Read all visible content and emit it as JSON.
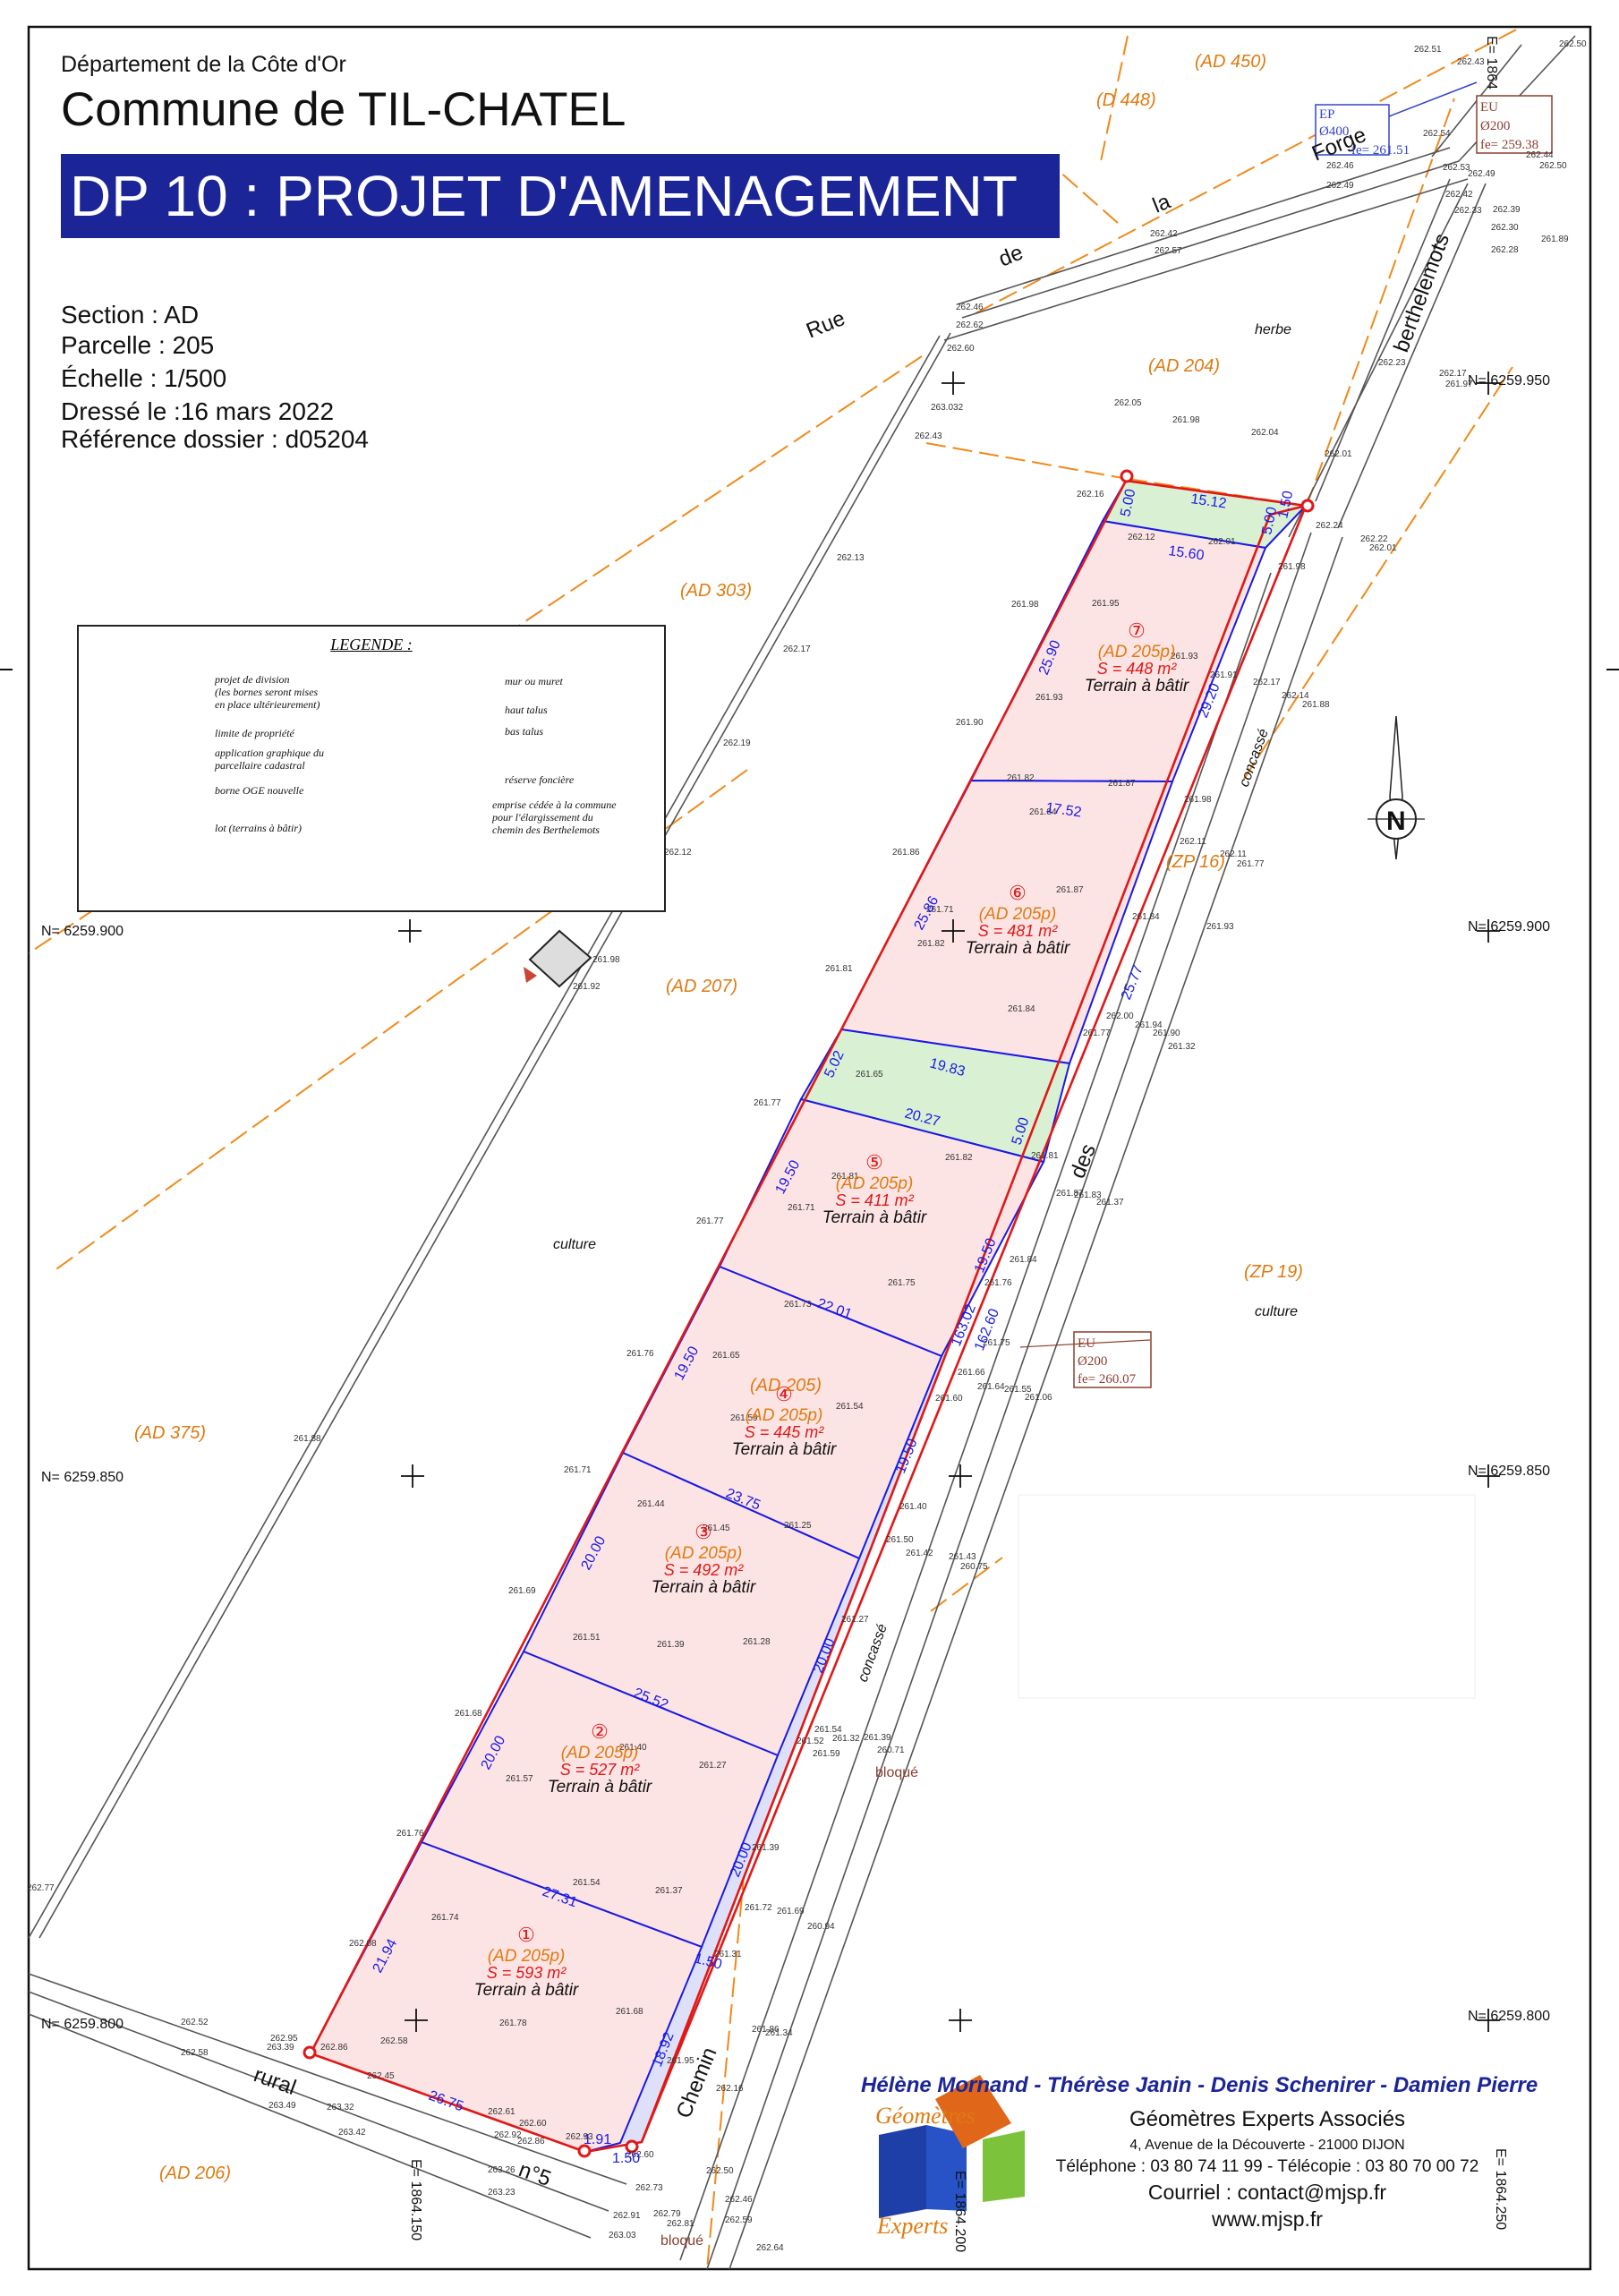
{
  "header": {
    "department": "Département de la Côte d'Or",
    "commune": "Commune de TIL-CHATEL",
    "banner": "DP 10 : PROJET D'AMENAGEMENT"
  },
  "info": {
    "section": "Section : AD",
    "parcelle": "Parcelle : 205",
    "echelle": "Échelle : 1/500",
    "dresse": "Dressé le :16 mars 2022",
    "reference": "Référence dossier : d05204"
  },
  "legend": {
    "title": "LEGENDE :",
    "division": [
      "projet de division",
      "(les bornes seront mises",
      "en place ultérieurement)"
    ],
    "limite": "limite de propriété",
    "cadastral": [
      "application graphique du",
      "parcellaire cadastral"
    ],
    "borne": "borne OGE nouvelle",
    "lot": "lot (terrains à bâtir)",
    "mur": "mur ou muret",
    "haut_talus": "haut talus",
    "bas_talus": "bas talus",
    "reserve": "réserve foncière",
    "emprise": [
      "emprise cédée à la commune",
      "pour l'élargissement du",
      "chemin des Berthelemots"
    ]
  },
  "lots": [
    {
      "num": "①",
      "ref": "(AD 205p)",
      "area": "S = 593 m²",
      "label": "Terrain à bâtir"
    },
    {
      "num": "②",
      "ref": "(AD 205p)",
      "area": "S = 527 m²",
      "label": "Terrain à bâtir"
    },
    {
      "num": "③",
      "ref": "(AD 205p)",
      "area": "S = 492 m²",
      "label": "Terrain à bâtir"
    },
    {
      "num": "④",
      "ref": "(AD 205p)",
      "area": "S = 445 m²",
      "label": "Terrain à bâtir"
    },
    {
      "num": "⑤",
      "ref": "(AD 205p)",
      "area": "S = 411 m²",
      "label": "Terrain à bâtir"
    },
    {
      "num": "⑥",
      "ref": "(AD 205p)",
      "area": "S = 481 m²",
      "label": "Terrain à bâtir"
    },
    {
      "num": "⑦",
      "ref": "(AD 205p)",
      "area": "S = 448 m²",
      "label": "Terrain à bâtir"
    }
  ],
  "parcels": [
    "(AD 450)",
    "(D 448)",
    "(AD 204)",
    "(AD 303)",
    "(AD 207)",
    "(AD 375)",
    "(AD 206)",
    "(ZP 16)",
    "(ZP 19)",
    "(AD 205)"
  ],
  "streets": {
    "rue": "Rue",
    "de": "de",
    "la": "la",
    "forge": "Forge",
    "berthelemots": "berthelemots",
    "des": "des",
    "chemin": "Chemin",
    "rural": "rural",
    "n5": "n°5"
  },
  "texts": {
    "herbe": "herbe",
    "culture": "culture",
    "concasse": "concassé",
    "bloque": "bloqué",
    "north": "N"
  },
  "network": {
    "ep": [
      "EP",
      "Ø400",
      "fe= 261.51"
    ],
    "eu_top": [
      "EU",
      "Ø200",
      "fe= 259.38"
    ],
    "eu_mid": [
      "EU",
      "Ø200",
      "fe= 260.07"
    ]
  },
  "grid": {
    "n1": "N= 6259.950",
    "n2": "N= 6259.900",
    "n3": "N= 6259.850",
    "n4": "N= 6259.800",
    "e1": "E= 1864.150",
    "e2": "E= 1864.200",
    "e3": "E= 1864.250",
    "e_top": "E= 1864"
  },
  "dims": {
    "d15_12": "15.12",
    "d15_60": "15.60",
    "d5_00": "5.00",
    "d1_50": "1.50",
    "d25_90": "25.90",
    "d29_20": "29.20",
    "d17_52": "17.52",
    "d25_86": "25.86",
    "d25_77": "25.77",
    "d5_02": "5.02",
    "d19_83": "19.83",
    "d20_27": "20.27",
    "d19_50": "19.50",
    "d22_01": "22.01",
    "d163_02": "163.02",
    "d162_60": "162.60",
    "d23_75": "23.75",
    "d20_00": "20.00",
    "d25_52": "25.52",
    "d27_31": "27.31",
    "d21_94": "21.94",
    "d26_75": "26.75",
    "d18_92": "18.92",
    "d1_91": "1.91"
  },
  "spot_heights": [
    [
      "262.51",
      1580,
      58
    ],
    [
      "262.43",
      1628,
      72
    ],
    [
      "262.50",
      1742,
      52
    ],
    [
      "262.54",
      1590,
      152
    ],
    [
      "262.44",
      1705,
      176
    ],
    [
      "262.50",
      1720,
      188
    ],
    [
      "262.46",
      1482,
      188
    ],
    [
      "262.49",
      1482,
      210
    ],
    [
      "262.53",
      1612,
      190
    ],
    [
      "262.49",
      1640,
      197
    ],
    [
      "262.42",
      1615,
      220
    ],
    [
      "262.33",
      1625,
      238
    ],
    [
      "262.39",
      1668,
      237
    ],
    [
      "262.30",
      1666,
      257
    ],
    [
      "262.28",
      1666,
      282
    ],
    [
      "261.89",
      1722,
      270
    ],
    [
      "262.42",
      1285,
      264
    ],
    [
      "262.57",
      1290,
      283
    ],
    [
      "262.46",
      1068,
      346
    ],
    [
      "262.62",
      1068,
      366
    ],
    [
      "262.60",
      1058,
      392
    ],
    [
      "263.032",
      1040,
      458
    ],
    [
      "262.43",
      1022,
      490
    ],
    [
      "262.05",
      1245,
      453
    ],
    [
      "261.98",
      1310,
      472
    ],
    [
      "262.04",
      1398,
      486
    ],
    [
      "262.01",
      1480,
      510
    ],
    [
      "262.23",
      1540,
      408
    ],
    [
      "262.17",
      1608,
      420
    ],
    [
      "261.97",
      1615,
      432
    ],
    [
      "262.16",
      1203,
      555
    ],
    [
      "262.12",
      1260,
      603
    ],
    [
      "262.01",
      1350,
      608
    ],
    [
      "262.24",
      1470,
      590
    ],
    [
      "262.22",
      1520,
      605
    ],
    [
      "262.01",
      1530,
      615
    ],
    [
      "261.98",
      1428,
      636
    ],
    [
      "262.13",
      935,
      626
    ],
    [
      "262.17",
      875,
      728
    ],
    [
      "261.98",
      1130,
      678
    ],
    [
      "261.95",
      1220,
      677
    ],
    [
      "261.93",
      1308,
      736
    ],
    [
      "261.91",
      1352,
      757
    ],
    [
      "262.17",
      1400,
      765
    ],
    [
      "262.14",
      1432,
      780
    ],
    [
      "261.88",
      1455,
      790
    ],
    [
      "261.93",
      1157,
      782
    ],
    [
      "261.90",
      1068,
      810
    ],
    [
      "262.19",
      808,
      833
    ],
    [
      "261.82",
      1125,
      872
    ],
    [
      "261.87",
      1238,
      878
    ],
    [
      "261.84",
      1150,
      910
    ],
    [
      "261.98",
      1323,
      896
    ],
    [
      "261.86",
      997,
      955
    ],
    [
      "262.11",
      1318,
      943
    ],
    [
      "262.11",
      1363,
      957
    ],
    [
      "261.77",
      1382,
      968
    ],
    [
      "262.12",
      742,
      955
    ],
    [
      "261.87",
      1180,
      997
    ],
    [
      "261.71",
      1035,
      1019
    ],
    [
      "261.82",
      1025,
      1057
    ],
    [
      "261.84",
      1265,
      1027
    ],
    [
      "261.93",
      1348,
      1038
    ],
    [
      "261.98",
      662,
      1075
    ],
    [
      "261.92",
      640,
      1105
    ],
    [
      "261.81",
      922,
      1085
    ],
    [
      "261.84",
      1126,
      1130
    ],
    [
      "262.00",
      1236,
      1138
    ],
    [
      "261.94",
      1268,
      1148
    ],
    [
      "261.77",
      1210,
      1157
    ],
    [
      "261.90",
      1288,
      1157
    ],
    [
      "261.32",
      1305,
      1172
    ],
    [
      "261.65",
      956,
      1203
    ],
    [
      "261.77",
      842,
      1235
    ],
    [
      "261.82",
      1056,
      1296
    ],
    [
      "261.81",
      1152,
      1294
    ],
    [
      "261.81",
      929,
      1317
    ],
    [
      "261.71",
      880,
      1352
    ],
    [
      "261.87",
      1180,
      1336
    ],
    [
      "261.83",
      1200,
      1338
    ],
    [
      "261.37",
      1225,
      1346
    ],
    [
      "261.77",
      778,
      1367
    ],
    [
      "261.84",
      1128,
      1410
    ],
    [
      "261.75",
      992,
      1436
    ],
    [
      "261.76",
      1100,
      1436
    ],
    [
      "261.73",
      876,
      1460
    ],
    [
      "261.75",
      1098,
      1503
    ],
    [
      "261.76",
      700,
      1515
    ],
    [
      "261.65",
      796,
      1517
    ],
    [
      "261.66",
      1070,
      1536
    ],
    [
      "261.64",
      1092,
      1552
    ],
    [
      "261.55",
      1122,
      1555
    ],
    [
      "261.06",
      1145,
      1564
    ],
    [
      "261.60",
      1045,
      1565
    ],
    [
      "261.54",
      934,
      1574
    ],
    [
      "261.59",
      816,
      1587
    ],
    [
      "261.88",
      328,
      1610
    ],
    [
      "261.71",
      630,
      1645
    ],
    [
      "261.44",
      712,
      1683
    ],
    [
      "261.40",
      1005,
      1686
    ],
    [
      "261.45",
      785,
      1710
    ],
    [
      "261.25",
      876,
      1707
    ],
    [
      "261.50",
      990,
      1723
    ],
    [
      "261.42",
      1012,
      1738
    ],
    [
      "261.43",
      1060,
      1742
    ],
    [
      "260.75",
      1073,
      1753
    ],
    [
      "261.69",
      568,
      1780
    ],
    [
      "261.27",
      940,
      1812
    ],
    [
      "261.51",
      640,
      1832
    ],
    [
      "261.39",
      734,
      1840
    ],
    [
      "261.28",
      830,
      1837
    ],
    [
      "261.68",
      508,
      1917
    ],
    [
      "261.40",
      692,
      1955
    ],
    [
      "261.54",
      910,
      1935
    ],
    [
      "261.32",
      930,
      1945
    ],
    [
      "261.52",
      890,
      1948
    ],
    [
      "261.39",
      965,
      1944
    ],
    [
      "260.71",
      980,
      1958
    ],
    [
      "261.59",
      908,
      1962
    ],
    [
      "261.57",
      565,
      1990
    ],
    [
      "261.27",
      781,
      1975
    ],
    [
      "261.76",
      443,
      2051
    ],
    [
      "261.39",
      840,
      2067
    ],
    [
      "261.54",
      640,
      2106
    ],
    [
      "261.37",
      732,
      2115
    ],
    [
      "261.72",
      832,
      2134
    ],
    [
      "261.69",
      868,
      2138
    ],
    [
      "260.94",
      902,
      2155
    ],
    [
      "261.74",
      482,
      2145
    ],
    [
      "262.08",
      390,
      2174
    ],
    [
      "261.31",
      798,
      2186
    ],
    [
      "261.68",
      688,
      2250
    ],
    [
      "261.78",
      558,
      2263
    ],
    [
      "261.86",
      840,
      2270
    ],
    [
      "261.34",
      855,
      2274
    ],
    [
      "262.95",
      302,
      2280
    ],
    [
      "263.39",
      298,
      2290
    ],
    [
      "262.86",
      358,
      2290
    ],
    [
      "262.58",
      425,
      2283
    ],
    [
      "261.95",
      745,
      2305
    ],
    [
      "262.16",
      800,
      2336
    ],
    [
      "262.52",
      202,
      2262
    ],
    [
      "262.58",
      202,
      2296
    ],
    [
      "262.45",
      410,
      2322
    ],
    [
      "263.32",
      365,
      2357
    ],
    [
      "263.49",
      300,
      2355
    ],
    [
      "263.42",
      378,
      2385
    ],
    [
      "262.61",
      545,
      2362
    ],
    [
      "262.60",
      580,
      2375
    ],
    [
      "262.92",
      552,
      2388
    ],
    [
      "262.86",
      578,
      2395
    ],
    [
      "262.93",
      632,
      2390
    ],
    [
      "262.77",
      30,
      2112
    ],
    [
      "263.26",
      545,
      2427
    ],
    [
      "263.23",
      545,
      2452
    ],
    [
      "262.60",
      700,
      2410
    ],
    [
      "262.50",
      789,
      2428
    ],
    [
      "262.73",
      710,
      2447
    ],
    [
      "262.46",
      810,
      2460
    ],
    [
      "262.59",
      810,
      2483
    ],
    [
      "262.91",
      685,
      2478
    ],
    [
      "262.79",
      730,
      2476
    ],
    [
      "262.81",
      745,
      2487
    ],
    [
      "263.03",
      680,
      2500
    ],
    [
      "262.64",
      845,
      2514
    ]
  ],
  "footer": {
    "names": "Hélène Mornand - Thérèse Janin - Denis Schenirer - Damien Pierre",
    "firm": "Géomètres Experts Associés",
    "address": "4, Avenue de la Découverte - 21000 DIJON",
    "phone": "Téléphone : 03 80 74 11 99 - Télécopie : 03 80 70 00 72",
    "email": "Courriel : contact@mjsp.fr",
    "web": "www.mjsp.fr",
    "logo_top": "Géomètres",
    "logo_bottom": "Experts"
  },
  "colors": {
    "lot_fill": "#fde4e4",
    "reserve_fill": "#d9f0d3",
    "emprise_fill": "#dde0f8",
    "division": "#1a1ae6",
    "limit": "#e01818",
    "cadastral": "#f08a1a",
    "banner": "#1b2597"
  }
}
